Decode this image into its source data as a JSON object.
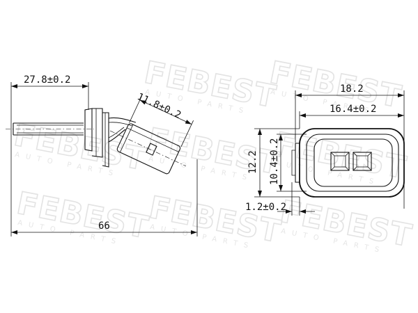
{
  "watermark": {
    "brand": "FEBEST",
    "tagline": "AUTO PARTS"
  },
  "dimensions": {
    "length_overall": "66",
    "sensor_offset": "27.8±0.2",
    "head_length": "11.8±0.2",
    "connector_width": "18.2",
    "connector_inner_width": "16.4±0.2",
    "connector_height": "12.2",
    "connector_inner_height": "10.4±0.2",
    "latch_thickness": "1.2±0.2"
  }
}
